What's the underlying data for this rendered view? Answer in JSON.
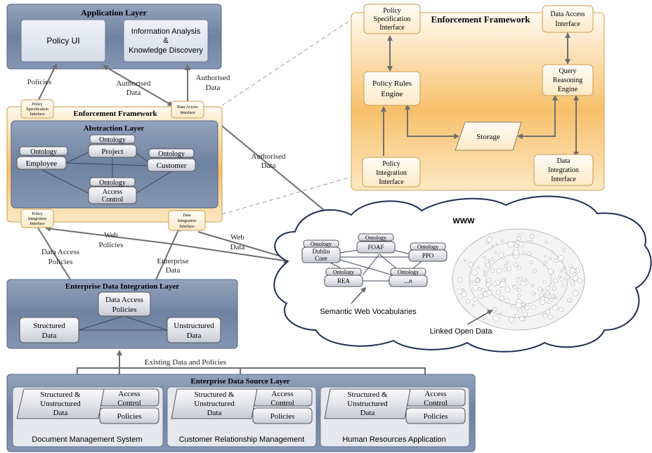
{
  "application_layer": {
    "title": "Application Layer",
    "policy_ui": "Policy UI",
    "info_analysis": [
      "Information Analysis",
      "&",
      "Knowledge Discovery"
    ]
  },
  "flow_labels": {
    "policies": "Policies",
    "authorised_data_left": [
      "Authorised",
      "Data"
    ],
    "authorised_data_right": [
      "Authorised",
      "Data"
    ],
    "authorised_data_mid": [
      "Authorised",
      "Data"
    ],
    "web_policies": [
      "Web",
      "Policies"
    ],
    "web_data": [
      "Web",
      "Data"
    ],
    "data_access_policies": [
      "Data Access",
      "Policies"
    ],
    "enterprise_data": [
      "Enterprise",
      "Data"
    ],
    "existing_data": "Existing Data and Policies"
  },
  "enforcement_small": {
    "title": "Enforcement Framework",
    "policy_spec": [
      "Policy",
      "Specification",
      "Interface"
    ],
    "data_access": [
      "Data Access",
      "Interface"
    ],
    "policy_integration": [
      "Policy",
      "Integration",
      "Interface"
    ],
    "data_integration": [
      "Data",
      "Integration",
      "Interface"
    ]
  },
  "abstraction_layer": {
    "title": "Abstraction Layer",
    "ontology_label": "Ontology",
    "employee": "Employee",
    "project": "Project",
    "customer": "Customer",
    "access_control": [
      "Access",
      "Control"
    ]
  },
  "enforcement_large": {
    "title": "Enforcement Framework",
    "policy_spec": [
      "Policy",
      "Specification",
      "Interface"
    ],
    "data_access": [
      "Data Access",
      "Interface"
    ],
    "policy_rules": [
      "Policy Rules",
      "Engine"
    ],
    "query_reasoning": [
      "Query",
      "Reasoning",
      "Engine"
    ],
    "storage": "Storage",
    "policy_integration": [
      "Policy",
      "Integration",
      "Interface"
    ],
    "data_integration": [
      "Data",
      "Integration",
      "Interface"
    ]
  },
  "www": {
    "title": "WWW",
    "ontology_label": "Ontology",
    "dublin_core": [
      "Dublin",
      "Core"
    ],
    "foaf": "FOAF",
    "ppo": "PPO",
    "rea": "REA",
    "n": "...n",
    "semantic_web": "Semantic Web Vocabularies",
    "linked_open_data": "Linked Open Data"
  },
  "integration_layer": {
    "title": "Enterprise Data Integration Layer",
    "data_access_policies": [
      "Data Access",
      "Policies"
    ],
    "structured": [
      "Structured",
      "Data"
    ],
    "unstructured": [
      "Unstructured",
      "Data"
    ]
  },
  "source_layer": {
    "title": "Enterprise Data Source Layer",
    "data_label": [
      "Structured &",
      "Unstructured",
      "Data"
    ],
    "access_control": [
      "Access",
      "Control"
    ],
    "policies": "Policies",
    "systems": [
      "Document Management System",
      "Customer Relationship Management",
      "Human Resources Application"
    ]
  },
  "colors": {
    "layer_fill": "#7688a6",
    "layer_border": "#55657f",
    "orange": "#f6be62",
    "box_fill": "#e6e8ee",
    "arrow": "#6e6e6e"
  }
}
